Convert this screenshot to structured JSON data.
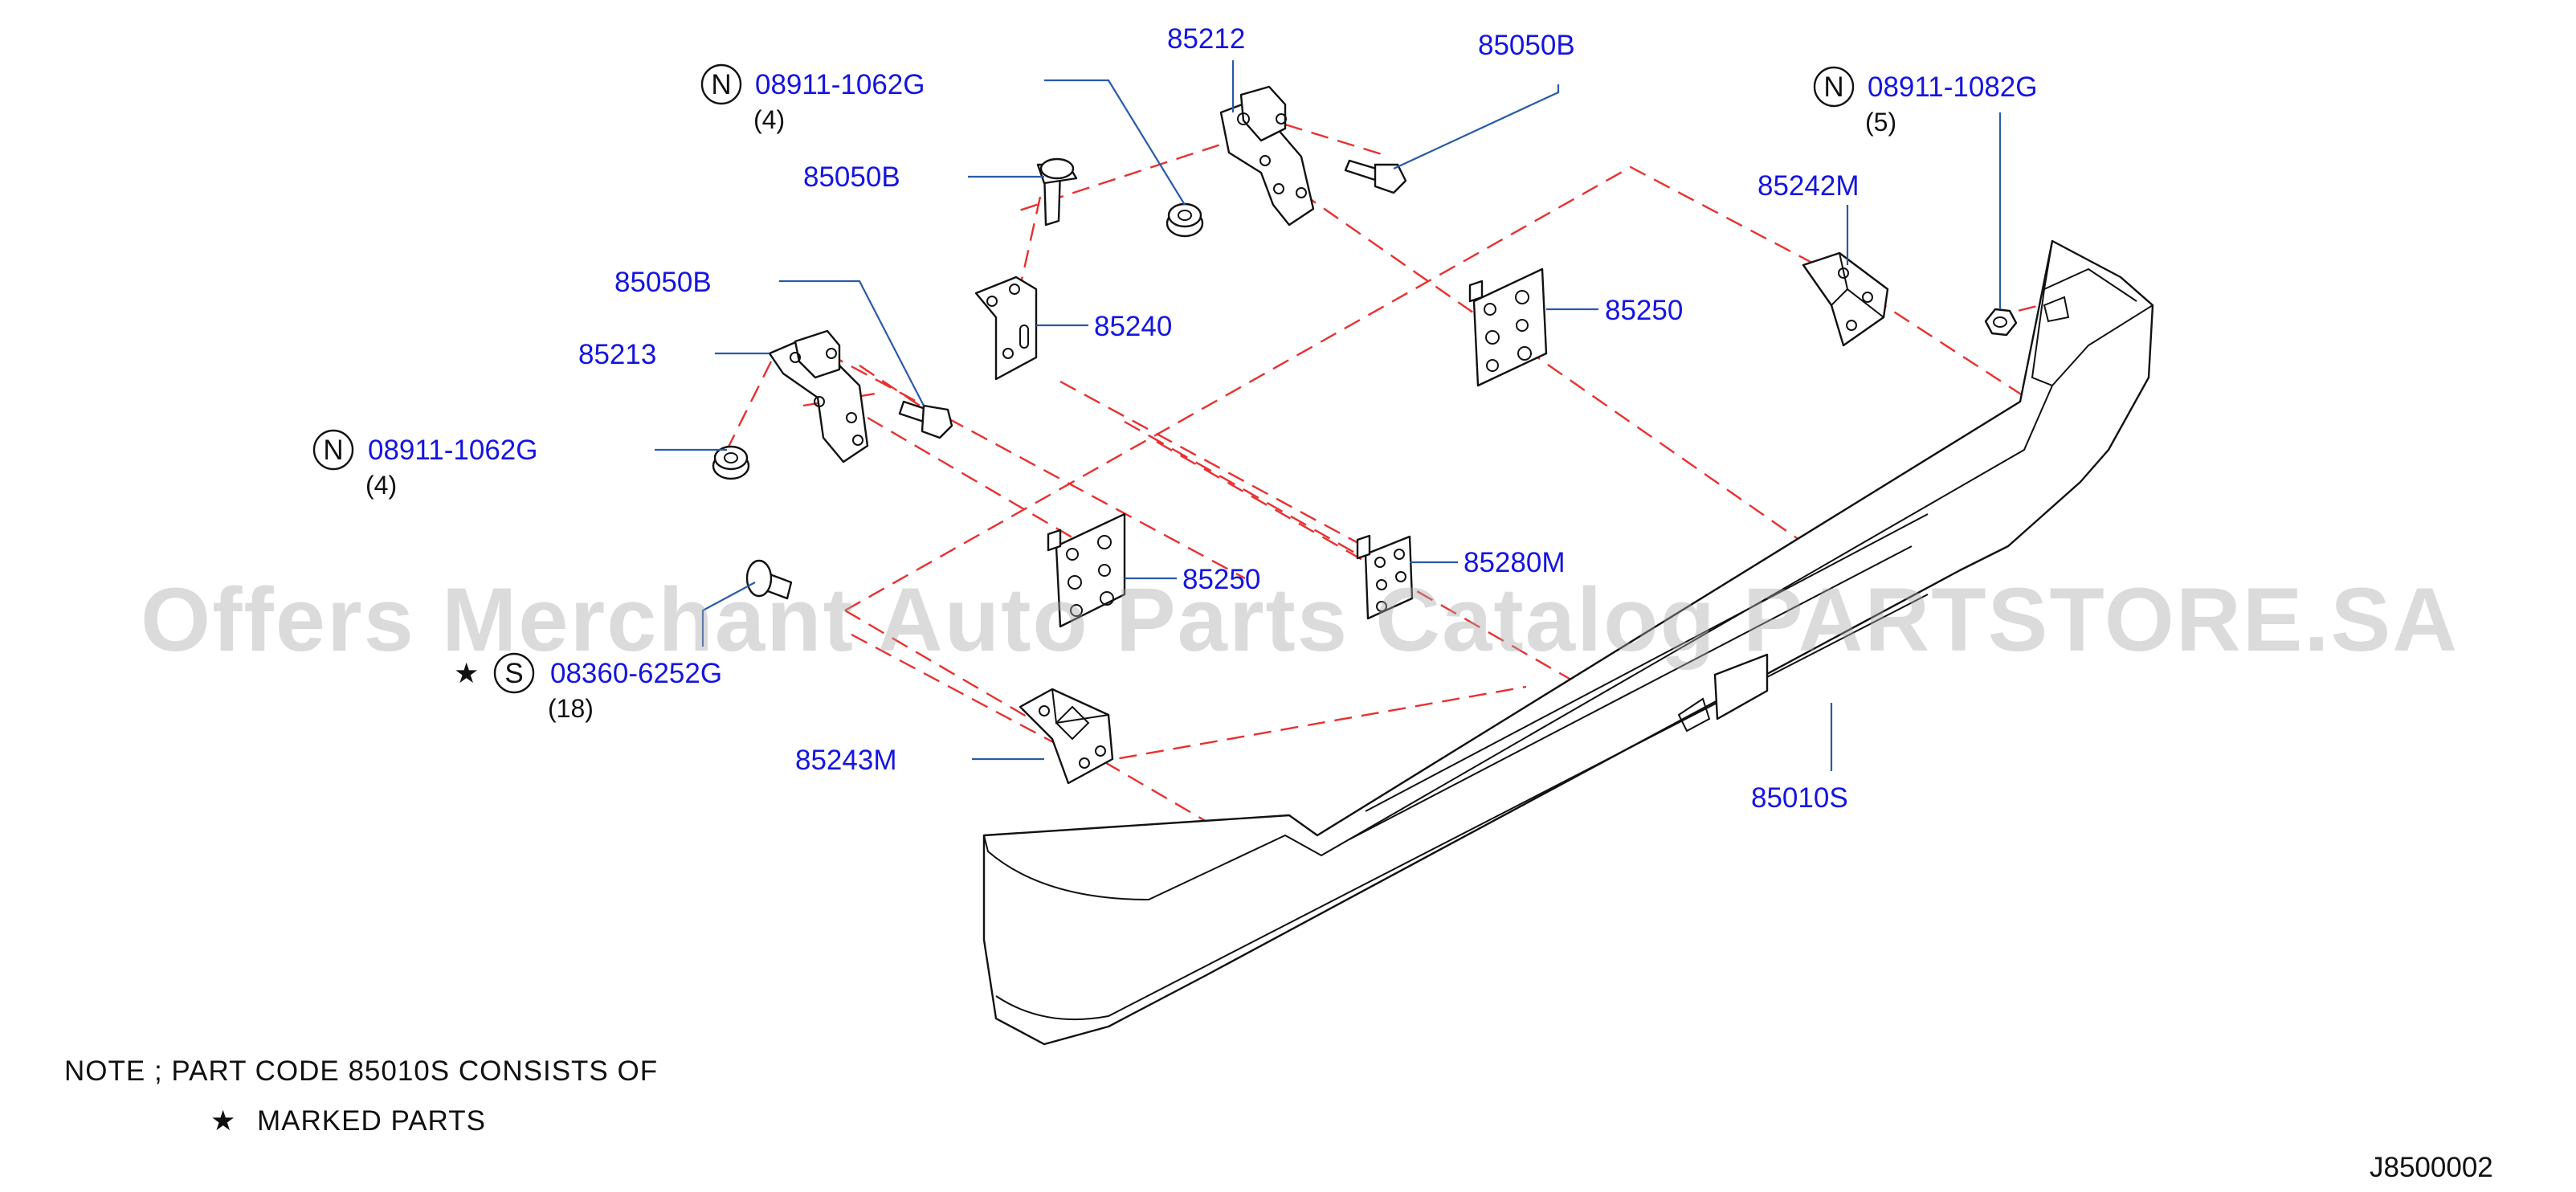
{
  "parts": {
    "p85212": "85212",
    "p85050b_top": "85050B",
    "p85050b_mid": "85050B",
    "p85050b_left": "85050B",
    "p85213": "85213",
    "p85240": "85240",
    "p85250_right": "85250",
    "p85250_left": "85250",
    "p85280m": "85280M",
    "p85242m": "85242M",
    "p85243m": "85243M",
    "p85010s": "85010S"
  },
  "nuts": {
    "n_top_left": {
      "symbol": "N",
      "code": "08911-1062G",
      "qty": "(4)"
    },
    "n_mid_left": {
      "symbol": "N",
      "code": "08911-1062G",
      "qty": "(4)"
    },
    "n_top_right": {
      "symbol": "N",
      "code": "08911-1082G",
      "qty": "(5)"
    }
  },
  "screw": {
    "star": "★",
    "symbol": "S",
    "code": "08360-6252G",
    "qty": "(18)"
  },
  "watermark": "Offers Merchant Auto Parts Catalog PARTSTORE.SA",
  "note": {
    "line1": "NOTE  ;  PART   CODE  85010S  CONSISTS   OF",
    "star": "★",
    "line2": "MARKED   PARTS"
  },
  "diagram_id": "J8500002",
  "colors": {
    "label": "#1515e0",
    "leader": "#2a5aa8",
    "dash": "#e83030"
  }
}
